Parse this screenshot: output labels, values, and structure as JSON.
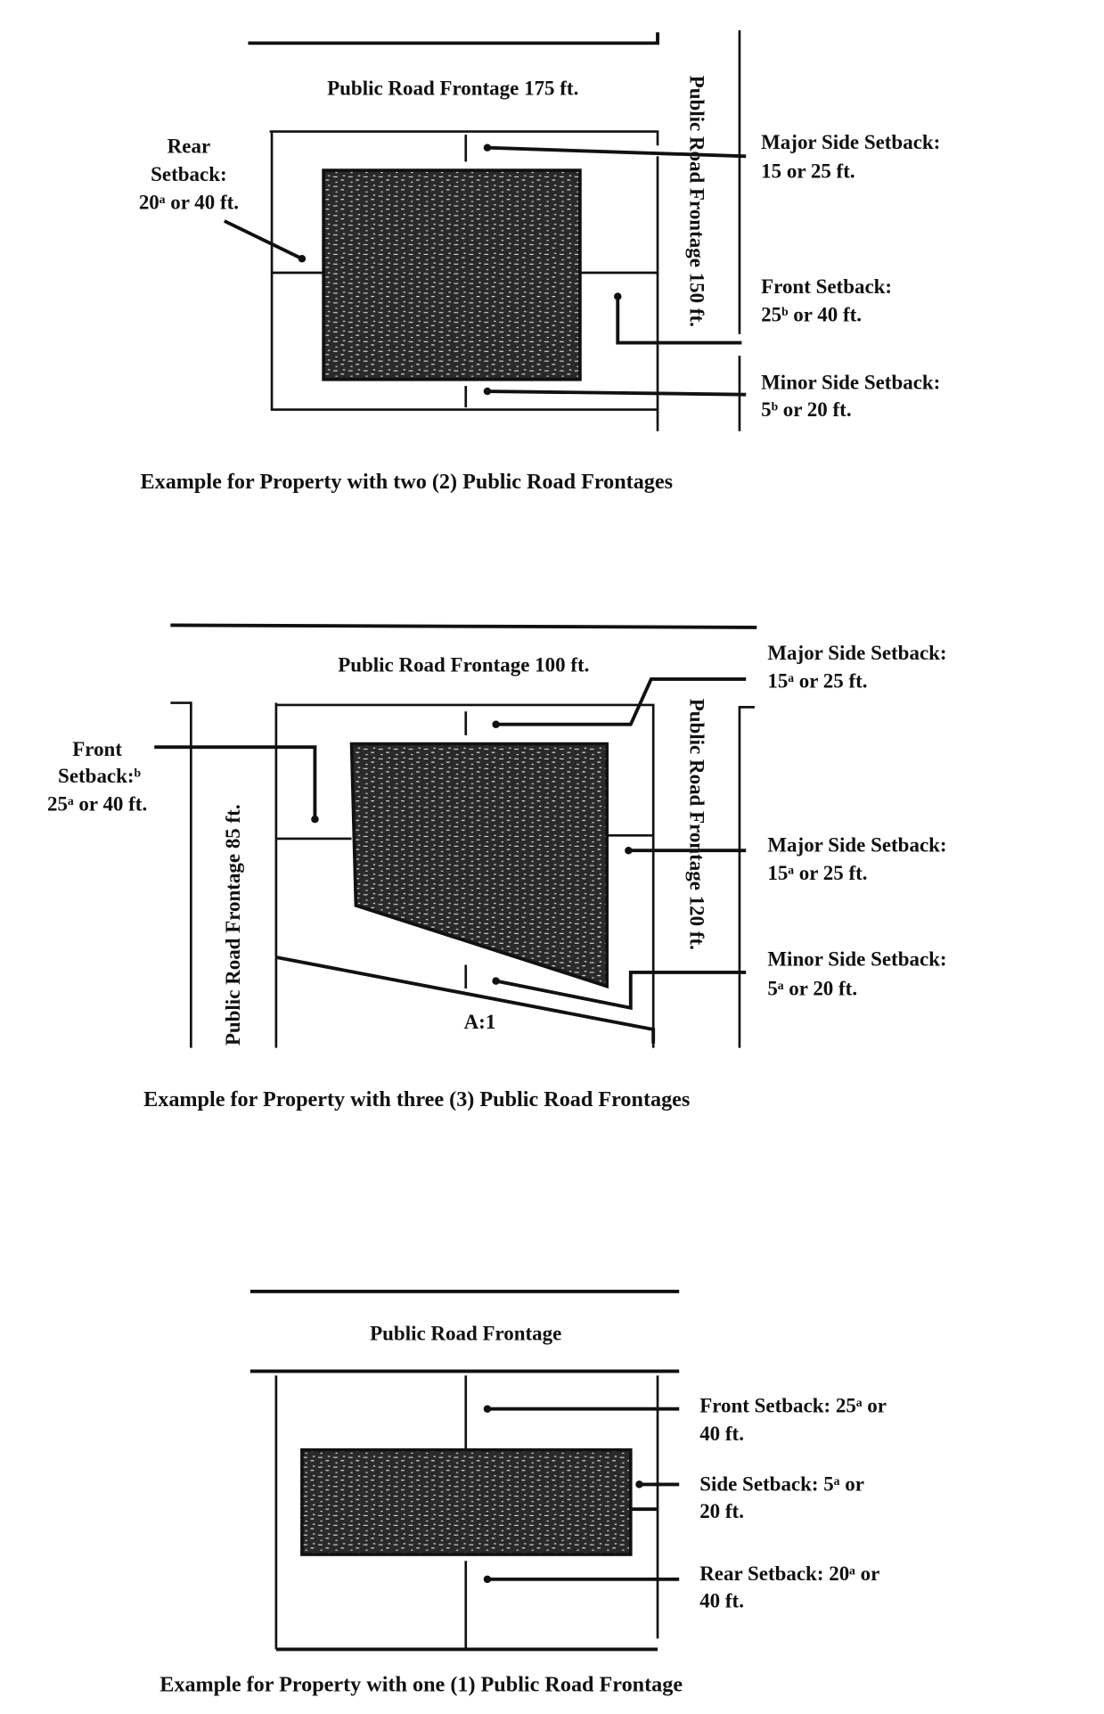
{
  "diagrams": [
    {
      "caption": "Example for Property with two (2) Public Road Frontages",
      "top_road": "Public Road Frontage 175 ft.",
      "side_road": "Public Road Frontage 150 ft.",
      "labels": {
        "rear_1": "Rear",
        "rear_2": "Setback:",
        "rear_3": "20ᵃ or 40 ft.",
        "major_1": "Major Side Setback:",
        "major_2": "15 or 25 ft.",
        "front_1": "Front Setback:",
        "front_2": "25ᵇ or 40 ft.",
        "minor_1": "Minor Side Setback:",
        "minor_2": "5ᵇ or 20 ft."
      }
    },
    {
      "caption": "Example for Property with three (3) Public Road Frontages",
      "top_road": "Public Road Frontage 100 ft.",
      "left_road": "Public Road Frontage 85 ft.",
      "right_road": "Public Road Frontage 120 ft.",
      "ratio": "A:1",
      "labels": {
        "front_1": "Front",
        "front_2": "Setback:ᵇ",
        "front_3": "25ᵃ or 40 ft.",
        "major_a_1": "Major Side Setback:",
        "major_a_2": "15ᵃ or 25 ft.",
        "major_b_1": "Major Side Setback:",
        "major_b_2": "15ᵃ or 25 ft.",
        "minor_1": "Minor Side Setback:",
        "minor_2": "5ᵃ or 20 ft."
      }
    },
    {
      "caption": "Example for Property with one (1) Public Road Frontage",
      "top_road": "Public Road Frontage",
      "labels": {
        "front_1": "Front Setback: 25ᵃ or",
        "front_2": "40 ft.",
        "side_1": "Side Setback: 5ᵃ or",
        "side_2": "20 ft.",
        "rear_1": "Rear Setback: 20ᵃ or",
        "rear_2": "40 ft."
      }
    }
  ]
}
